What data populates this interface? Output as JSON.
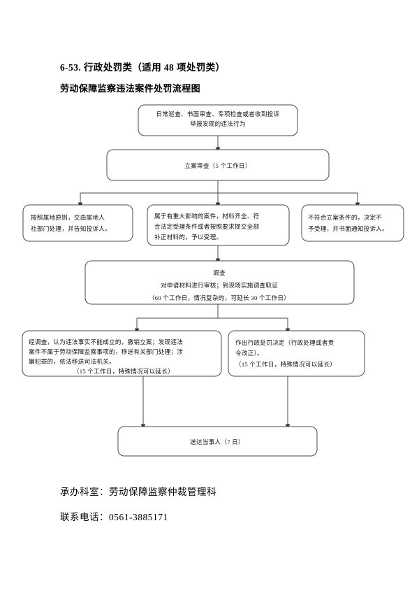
{
  "document": {
    "heading_main": "6-53. 行政处罚类（适用 48 项处罚类）",
    "heading_sub": "劳动保障监察违法案件处罚流程图"
  },
  "flowchart": {
    "type": "process-flow",
    "nodes": [
      {
        "id": "start",
        "name": "trigger-node",
        "shape": "rounded-rect",
        "align": "center",
        "lines": [
          "日常巡查、书面审查、专项检查或者收到投诉",
          "举报发现的违法行为"
        ]
      },
      {
        "id": "review",
        "name": "case-review-node",
        "shape": "rounded-rect",
        "align": "center",
        "lines": [
          "立案审查（5 个工作日）"
        ]
      },
      {
        "id": "branch-territorial",
        "name": "territorial-transfer-node",
        "shape": "rounded-rect",
        "align": "left",
        "lines": [
          "按照属地原则，交由属地人",
          "社部门处理，并告知投诉人。"
        ]
      },
      {
        "id": "branch-accept",
        "name": "case-accepted-node",
        "shape": "rounded-rect",
        "align": "left",
        "lines": [
          "属于有重大影响的案件，材料齐全、符",
          "合法定受理条件或者按照要求提交全部",
          "补正材料的，予以受理。"
        ]
      },
      {
        "id": "branch-reject",
        "name": "case-rejected-node",
        "shape": "rounded-rect",
        "align": "left",
        "lines": [
          "不符合立案条件的，决定不",
          "予受理，并书面通知投诉人。"
        ]
      },
      {
        "id": "investigation",
        "name": "investigation-node",
        "shape": "rounded-rect",
        "align": "center",
        "lines": [
          "调查",
          "对申请材料进行审核；到现场实施调查取证",
          "（60 个工作日，情况复杂的，可延长 30 个工作日）"
        ]
      },
      {
        "id": "dismiss",
        "name": "case-dismissal-node",
        "shape": "rounded-rect",
        "align": "mixed",
        "lines": [
          "经调查，认为违法事实不能成立的，撤销立案；发现违法",
          "案件不属于劳动保障监察事项的，移送有关部门处理；涉",
          "嫌犯罪的，依法移送司法机关。",
          "（15 个工作日，特殊情况可以延长）"
        ]
      },
      {
        "id": "penalty",
        "name": "penalty-decision-node",
        "shape": "rounded-rect",
        "align": "mixed",
        "lines": [
          "作出行政处罚决定（行政处理或者责",
          "令改正）。",
          "（15 个工作日，特殊情况可以延长）"
        ]
      },
      {
        "id": "deliver",
        "name": "service-delivery-node",
        "shape": "rounded-rect",
        "align": "center",
        "lines": [
          "送达当事人（7 日）"
        ]
      }
    ]
  },
  "footer": {
    "department_line": "承办科室：劳动保障监察仲裁管理科",
    "phone_line": "联系电话：0561-3885171"
  }
}
